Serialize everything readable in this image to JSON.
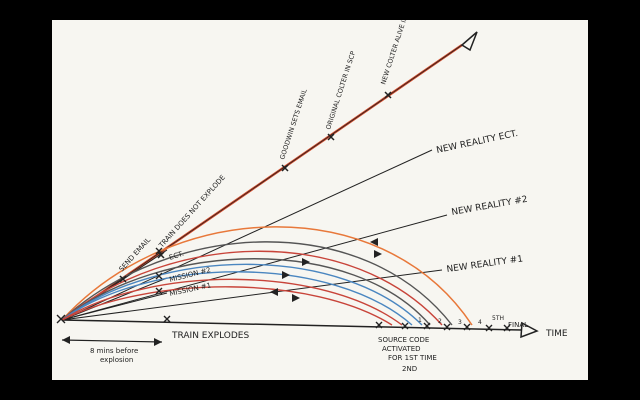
{
  "diagram": {
    "upper_events": [
      "SEND EMAIL",
      "TRAIN DOES NOT EXPLODE",
      "GOODWIN SETS EMAIL",
      "ORIGINAL COLTER IN SCP",
      "NEW COLTER ALIVE IN FACILITY"
    ],
    "branches": [
      "NEW REALITY ECT.",
      "NEW REALITY #2",
      "NEW REALITY #1"
    ],
    "loops": [
      "ECT.",
      "MISSION #2",
      "MISSION #1"
    ],
    "timeline": {
      "event": "TRAIN EXPLODES",
      "activation": [
        "SOURCE CODE",
        "ACTIVATED",
        "FOR 1ST TIME"
      ],
      "activation_note": "2ND",
      "tick_marks": [
        "1",
        "2",
        "3",
        "4",
        "5TH"
      ],
      "end_label": "FINAL",
      "axis_label": "TIME"
    },
    "span_note": [
      "8 mins before",
      "explosion"
    ],
    "colors": {
      "upper_line": "#d44a2a",
      "loop_red": "#c8443a",
      "loop_blue": "#4a86c0",
      "loop_gray": "#555555",
      "loop_orange": "#e8783a",
      "ink": "#222222"
    }
  }
}
